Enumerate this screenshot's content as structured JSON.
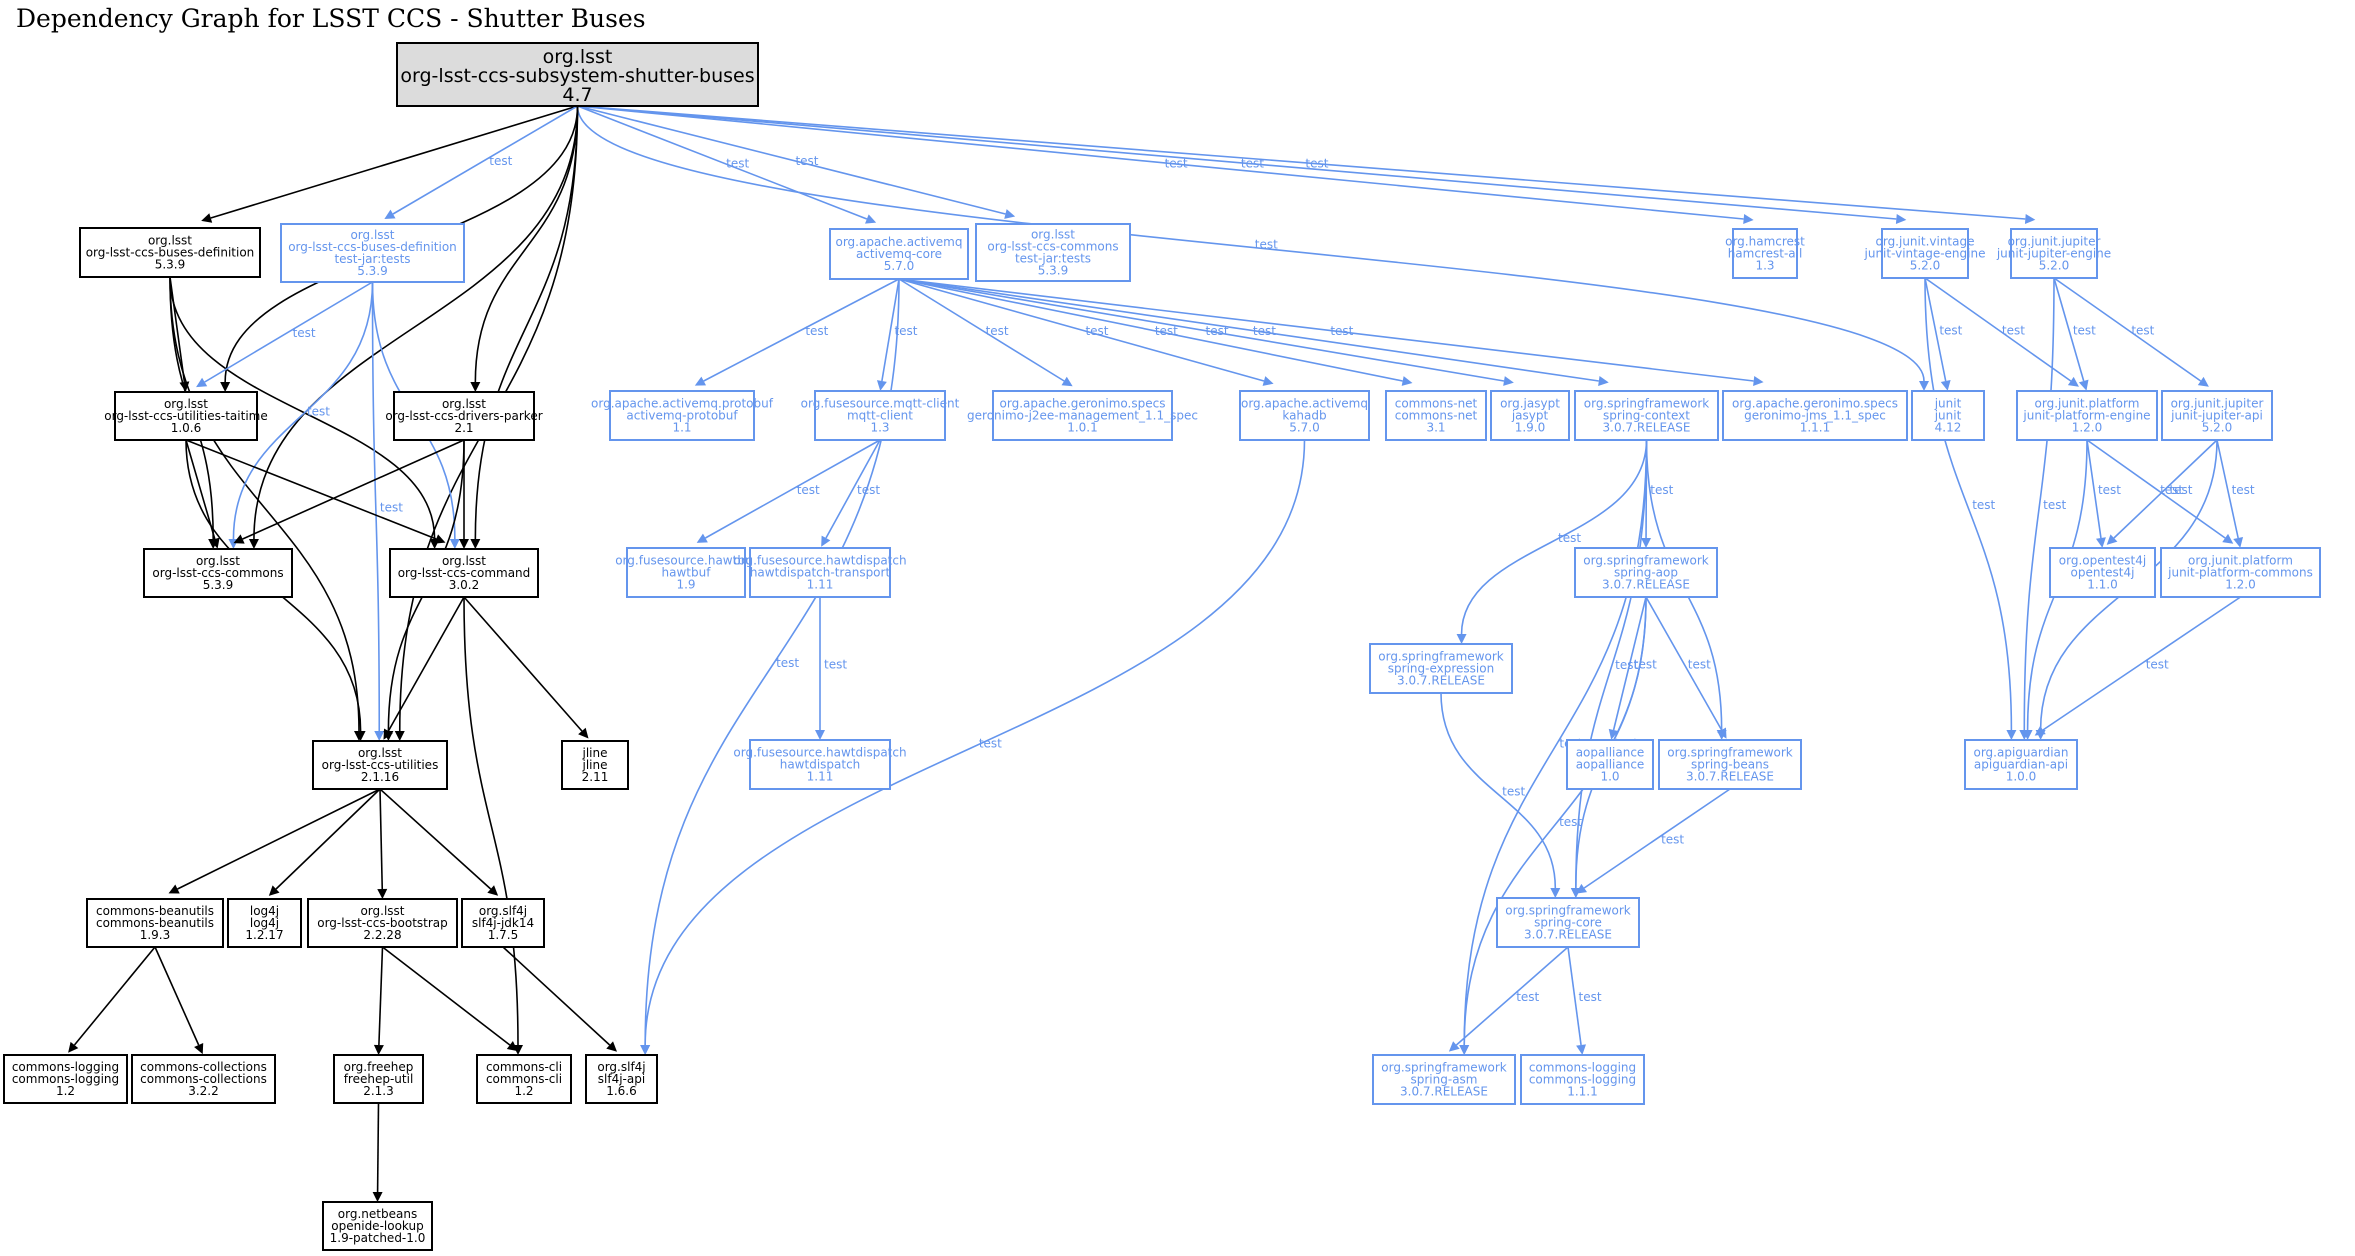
{
  "title": "Dependency Graph for LSST CCS - Shutter Buses",
  "colors": {
    "compile": "#000000",
    "test": "#6495ED",
    "root_fill": "#dcdcdc"
  },
  "edge_label_test": "test",
  "nodes": [
    {
      "id": "root",
      "lines": [
        "org.lsst",
        "org-lsst-ccs-subsystem-shutter-buses",
        "4.7"
      ],
      "scope": "root"
    },
    {
      "id": "busdef",
      "lines": [
        "org.lsst",
        "org-lsst-ccs-buses-definition",
        "5.3.9"
      ],
      "scope": "compile"
    },
    {
      "id": "busdeftest",
      "lines": [
        "org.lsst",
        "org-lsst-ccs-buses-definition",
        "test-jar:tests",
        "5.3.9"
      ],
      "scope": "test"
    },
    {
      "id": "amqcore",
      "lines": [
        "org.apache.activemq",
        "activemq-core",
        "5.7.0"
      ],
      "scope": "test"
    },
    {
      "id": "commonstest",
      "lines": [
        "org.lsst",
        "org-lsst-ccs-commons",
        "test-jar:tests",
        "5.3.9"
      ],
      "scope": "test"
    },
    {
      "id": "hamcrest",
      "lines": [
        "org.hamcrest",
        "hamcrest-all",
        "1.3"
      ],
      "scope": "test"
    },
    {
      "id": "vintage",
      "lines": [
        "org.junit.vintage",
        "junit-vintage-engine",
        "5.2.0"
      ],
      "scope": "test"
    },
    {
      "id": "jupeng",
      "lines": [
        "org.junit.jupiter",
        "junit-jupiter-engine",
        "5.2.0"
      ],
      "scope": "test"
    },
    {
      "id": "taitime",
      "lines": [
        "org.lsst",
        "org-lsst-ccs-utilities-taitime",
        "1.0.6"
      ],
      "scope": "compile"
    },
    {
      "id": "parker",
      "lines": [
        "org.lsst",
        "org-lsst-ccs-drivers-parker",
        "2.1"
      ],
      "scope": "compile"
    },
    {
      "id": "protobuf",
      "lines": [
        "org.apache.activemq.protobuf",
        "activemq-protobuf",
        "1.1"
      ],
      "scope": "test"
    },
    {
      "id": "mqtt",
      "lines": [
        "org.fusesource.mqtt-client",
        "mqtt-client",
        "1.3"
      ],
      "scope": "test"
    },
    {
      "id": "j2ee",
      "lines": [
        "org.apache.geronimo.specs",
        "geronimo-j2ee-management_1.1_spec",
        "1.0.1"
      ],
      "scope": "test"
    },
    {
      "id": "kahadb",
      "lines": [
        "org.apache.activemq",
        "kahadb",
        "5.7.0"
      ],
      "scope": "test"
    },
    {
      "id": "cnet",
      "lines": [
        "commons-net",
        "commons-net",
        "3.1"
      ],
      "scope": "test"
    },
    {
      "id": "jasypt",
      "lines": [
        "org.jasypt",
        "jasypt",
        "1.9.0"
      ],
      "scope": "test"
    },
    {
      "id": "spctx",
      "lines": [
        "org.springframework",
        "spring-context",
        "3.0.7.RELEASE"
      ],
      "scope": "test"
    },
    {
      "id": "jms",
      "lines": [
        "org.apache.geronimo.specs",
        "geronimo-jms_1.1_spec",
        "1.1.1"
      ],
      "scope": "test"
    },
    {
      "id": "junit",
      "lines": [
        "junit",
        "junit",
        "4.12"
      ],
      "scope": "test"
    },
    {
      "id": "plateng",
      "lines": [
        "org.junit.platform",
        "junit-platform-engine",
        "1.2.0"
      ],
      "scope": "test"
    },
    {
      "id": "jupapi",
      "lines": [
        "org.junit.jupiter",
        "junit-jupiter-api",
        "5.2.0"
      ],
      "scope": "test"
    },
    {
      "id": "commons",
      "lines": [
        "org.lsst",
        "org-lsst-ccs-commons",
        "5.3.9"
      ],
      "scope": "compile"
    },
    {
      "id": "command",
      "lines": [
        "org.lsst",
        "org-lsst-ccs-command",
        "3.0.2"
      ],
      "scope": "compile"
    },
    {
      "id": "hawtbuf",
      "lines": [
        "org.fusesource.hawtbuf",
        "hawtbuf",
        "1.9"
      ],
      "scope": "test"
    },
    {
      "id": "hdtrans",
      "lines": [
        "org.fusesource.hawtdispatch",
        "hawtdispatch-transport",
        "1.11"
      ],
      "scope": "test"
    },
    {
      "id": "spaop",
      "lines": [
        "org.springframework",
        "spring-aop",
        "3.0.7.RELEASE"
      ],
      "scope": "test"
    },
    {
      "id": "opentest",
      "lines": [
        "org.opentest4j",
        "opentest4j",
        "1.1.0"
      ],
      "scope": "test"
    },
    {
      "id": "platcom",
      "lines": [
        "org.junit.platform",
        "junit-platform-commons",
        "1.2.0"
      ],
      "scope": "test"
    },
    {
      "id": "spexpr",
      "lines": [
        "org.springframework",
        "spring-expression",
        "3.0.7.RELEASE"
      ],
      "scope": "test"
    },
    {
      "id": "utilities",
      "lines": [
        "org.lsst",
        "org-lsst-ccs-utilities",
        "2.1.16"
      ],
      "scope": "compile"
    },
    {
      "id": "jline",
      "lines": [
        "jline",
        "jline",
        "2.11"
      ],
      "scope": "compile"
    },
    {
      "id": "hd",
      "lines": [
        "org.fusesource.hawtdispatch",
        "hawtdispatch",
        "1.11"
      ],
      "scope": "test"
    },
    {
      "id": "aopall",
      "lines": [
        "aopalliance",
        "aopalliance",
        "1.0"
      ],
      "scope": "test"
    },
    {
      "id": "spbeans",
      "lines": [
        "org.springframework",
        "spring-beans",
        "3.0.7.RELEASE"
      ],
      "scope": "test"
    },
    {
      "id": "apiguard",
      "lines": [
        "org.apiguardian",
        "apiguardian-api",
        "1.0.0"
      ],
      "scope": "test"
    },
    {
      "id": "beanutils",
      "lines": [
        "commons-beanutils",
        "commons-beanutils",
        "1.9.3"
      ],
      "scope": "compile"
    },
    {
      "id": "log4j",
      "lines": [
        "log4j",
        "log4j",
        "1.2.17"
      ],
      "scope": "compile"
    },
    {
      "id": "bootstrap",
      "lines": [
        "org.lsst",
        "org-lsst-ccs-bootstrap",
        "2.2.28"
      ],
      "scope": "compile"
    },
    {
      "id": "jdk14",
      "lines": [
        "org.slf4j",
        "slf4j-jdk14",
        "1.7.5"
      ],
      "scope": "compile"
    },
    {
      "id": "spcore",
      "lines": [
        "org.springframework",
        "spring-core",
        "3.0.7.RELEASE"
      ],
      "scope": "test"
    },
    {
      "id": "clog",
      "lines": [
        "commons-logging",
        "commons-logging",
        "1.2"
      ],
      "scope": "compile"
    },
    {
      "id": "ccoll",
      "lines": [
        "commons-collections",
        "commons-collections",
        "3.2.2"
      ],
      "scope": "compile"
    },
    {
      "id": "freehep",
      "lines": [
        "org.freehep",
        "freehep-util",
        "2.1.3"
      ],
      "scope": "compile"
    },
    {
      "id": "ccli",
      "lines": [
        "commons-cli",
        "commons-cli",
        "1.2"
      ],
      "scope": "compile"
    },
    {
      "id": "slf4japi",
      "lines": [
        "org.slf4j",
        "slf4j-api",
        "1.6.6"
      ],
      "scope": "compile"
    },
    {
      "id": "spasm",
      "lines": [
        "org.springframework",
        "spring-asm",
        "3.0.7.RELEASE"
      ],
      "scope": "test"
    },
    {
      "id": "clog111",
      "lines": [
        "commons-logging",
        "commons-logging",
        "1.1.1"
      ],
      "scope": "test"
    },
    {
      "id": "openide",
      "lines": [
        "org.netbeans",
        "openide-lookup",
        "1.9-patched-1.0"
      ],
      "scope": "compile"
    }
  ],
  "edges": [
    [
      "root",
      "busdef",
      "compile"
    ],
    [
      "root",
      "busdeftest",
      "test"
    ],
    [
      "root",
      "amqcore",
      "test"
    ],
    [
      "root",
      "commonstest",
      "test"
    ],
    [
      "root",
      "hamcrest",
      "test"
    ],
    [
      "root",
      "vintage",
      "test"
    ],
    [
      "root",
      "jupeng",
      "test"
    ],
    [
      "root",
      "junit",
      "test"
    ],
    [
      "root",
      "taitime",
      "compile"
    ],
    [
      "root",
      "parker",
      "compile"
    ],
    [
      "root",
      "commons",
      "compile"
    ],
    [
      "root",
      "command",
      "compile"
    ],
    [
      "root",
      "utilities",
      "compile"
    ],
    [
      "busdef",
      "taitime",
      "compile"
    ],
    [
      "busdef",
      "commons",
      "compile"
    ],
    [
      "busdef",
      "command",
      "compile"
    ],
    [
      "busdef",
      "utilities",
      "compile"
    ],
    [
      "busdeftest",
      "taitime",
      "test"
    ],
    [
      "busdeftest",
      "commons",
      "test"
    ],
    [
      "busdeftest",
      "command",
      "test"
    ],
    [
      "busdeftest",
      "utilities",
      "test"
    ],
    [
      "taitime",
      "commons",
      "compile"
    ],
    [
      "taitime",
      "command",
      "compile"
    ],
    [
      "taitime",
      "utilities",
      "compile"
    ],
    [
      "parker",
      "commons",
      "compile"
    ],
    [
      "parker",
      "command",
      "compile"
    ],
    [
      "parker",
      "utilities",
      "compile"
    ],
    [
      "command",
      "utilities",
      "compile"
    ],
    [
      "command",
      "jline",
      "compile"
    ],
    [
      "command",
      "ccli",
      "compile"
    ],
    [
      "utilities",
      "beanutils",
      "compile"
    ],
    [
      "utilities",
      "log4j",
      "compile"
    ],
    [
      "utilities",
      "bootstrap",
      "compile"
    ],
    [
      "utilities",
      "jdk14",
      "compile"
    ],
    [
      "beanutils",
      "clog",
      "compile"
    ],
    [
      "beanutils",
      "ccoll",
      "compile"
    ],
    [
      "bootstrap",
      "freehep",
      "compile"
    ],
    [
      "bootstrap",
      "ccli",
      "compile"
    ],
    [
      "jdk14",
      "slf4japi",
      "compile"
    ],
    [
      "freehep",
      "openide",
      "compile"
    ],
    [
      "amqcore",
      "protobuf",
      "test"
    ],
    [
      "amqcore",
      "mqtt",
      "test"
    ],
    [
      "amqcore",
      "j2ee",
      "test"
    ],
    [
      "amqcore",
      "kahadb",
      "test"
    ],
    [
      "amqcore",
      "cnet",
      "test"
    ],
    [
      "amqcore",
      "jasypt",
      "test"
    ],
    [
      "amqcore",
      "spctx",
      "test"
    ],
    [
      "amqcore",
      "jms",
      "test"
    ],
    [
      "amqcore",
      "slf4japi",
      "test"
    ],
    [
      "mqtt",
      "hawtbuf",
      "test"
    ],
    [
      "mqtt",
      "hdtrans",
      "test"
    ],
    [
      "hdtrans",
      "hd",
      "test"
    ],
    [
      "kahadb",
      "slf4japi",
      "test"
    ],
    [
      "spctx",
      "spexpr",
      "test"
    ],
    [
      "spctx",
      "spaop",
      "test"
    ],
    [
      "spctx",
      "spbeans",
      "test"
    ],
    [
      "spctx",
      "spcore",
      "test"
    ],
    [
      "spctx",
      "spasm",
      "test"
    ],
    [
      "spaop",
      "aopall",
      "test"
    ],
    [
      "spaop",
      "spbeans",
      "test"
    ],
    [
      "spaop",
      "spcore",
      "test"
    ],
    [
      "spaop",
      "spasm",
      "test"
    ],
    [
      "spexpr",
      "spcore",
      "test"
    ],
    [
      "spbeans",
      "spcore",
      "test"
    ],
    [
      "spcore",
      "spasm",
      "test"
    ],
    [
      "spcore",
      "clog111",
      "test"
    ],
    [
      "vintage",
      "junit",
      "test"
    ],
    [
      "vintage",
      "plateng",
      "test"
    ],
    [
      "vintage",
      "apiguard",
      "test"
    ],
    [
      "jupeng",
      "plateng",
      "test"
    ],
    [
      "jupeng",
      "jupapi",
      "test"
    ],
    [
      "jupeng",
      "apiguard",
      "test"
    ],
    [
      "plateng",
      "opentest",
      "test"
    ],
    [
      "plateng",
      "platcom",
      "test"
    ],
    [
      "plateng",
      "apiguard",
      "test"
    ],
    [
      "jupapi",
      "opentest",
      "test"
    ],
    [
      "jupapi",
      "platcom",
      "test"
    ],
    [
      "jupapi",
      "apiguard",
      "test"
    ],
    [
      "platcom",
      "apiguard",
      "test"
    ]
  ]
}
